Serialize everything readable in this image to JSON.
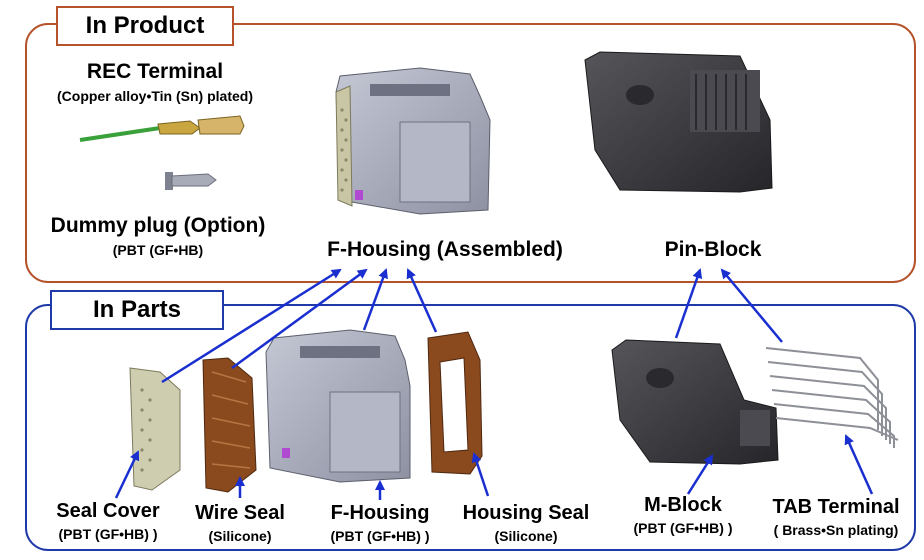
{
  "sections": {
    "product": {
      "title": "In Product",
      "border_color": "#b5532b"
    },
    "parts": {
      "title": "In Parts",
      "border_color": "#1f3aa8"
    }
  },
  "product": {
    "rec_terminal": {
      "name": "REC Terminal",
      "material": "(Copper alloy•Tin (Sn) plated)"
    },
    "dummy_plug": {
      "name": "Dummy plug (Option)",
      "material": "(PBT (GF•HB)"
    },
    "f_housing_assembled": {
      "name": "F-Housing (Assembled)"
    },
    "pin_block": {
      "name": "Pin-Block"
    }
  },
  "parts": {
    "seal_cover": {
      "name": "Seal Cover",
      "material": "(PBT (GF•HB) )"
    },
    "wire_seal": {
      "name": "Wire Seal",
      "material": "(Silicone)"
    },
    "f_housing": {
      "name": "F-Housing",
      "material": "(PBT (GF•HB) )"
    },
    "housing_seal": {
      "name": "Housing Seal",
      "material": "(Silicone)"
    },
    "m_block": {
      "name": "M-Block",
      "material": "(PBT (GF•HB) )"
    },
    "tab_terminal": {
      "name": "TAB Terminal",
      "material": "( Brass•Sn plating)"
    }
  },
  "colors": {
    "arrow": "#1a2fd0",
    "housing_gray": "#a3a6b5",
    "block_dark": "#3a3a3e",
    "seal_brown": "#8b4a1e",
    "cover_beige": "#cfcdb0",
    "wire_green": "#3aa03a"
  }
}
